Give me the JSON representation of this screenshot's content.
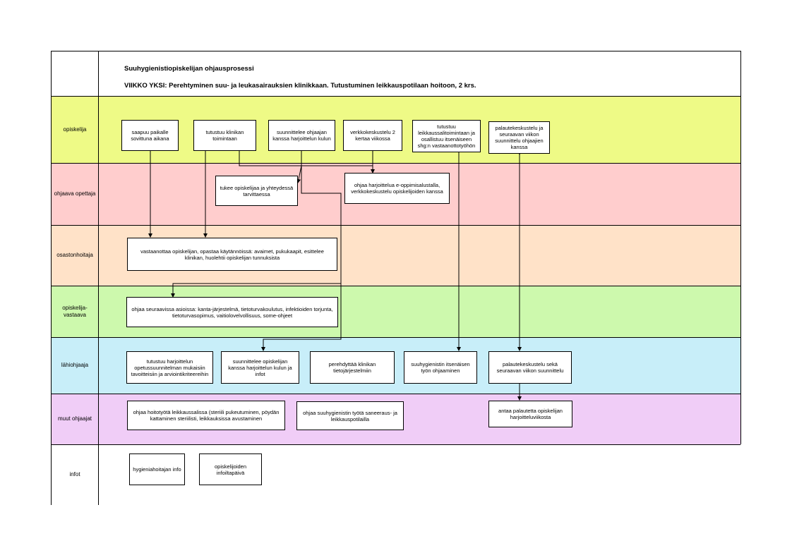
{
  "header": {
    "title": "Suuhygienistiopiskelijan ohjausprosessi",
    "subtitle": "VIIKKO YKSI: Perehtyminen suu- ja leukasairauksien klinikkaan. Tutustuminen leikkauspotilaan hoitoon, 2 krs."
  },
  "lanes": [
    {
      "label": "opiskelija",
      "color": "#eefa86"
    },
    {
      "label": "ohjaava opettaja",
      "color": "#ffcdcd"
    },
    {
      "label": "osastonhoitaja",
      "color": "#ffe2c8"
    },
    {
      "label": "opiskelija-\nvastaava",
      "color": "#cdf9ad"
    },
    {
      "label": "lähiohjaaja",
      "color": "#c8eef9"
    },
    {
      "label": "muut ohjaajat",
      "color": "#f0cdf7"
    },
    {
      "label": "infot",
      "color": "#ffffff"
    }
  ],
  "boxes": {
    "saapuu": "saapuu paikalle sovittuna aikana",
    "tutustuu_klinikan": "tutustuu klinikan toimintaan",
    "suunnittelee_ohjaajan": "suunnittelee ohjaajan kanssa harjoittelun kulun",
    "verkkokeskustelu": "verkkokeskustelu 2 kertaa viikossa",
    "tutustuu_leikkaussali": "tutustuu leikkaussalitoimintaan ja osallistuu itsenäiseen shg:n vastaanottotyöhön",
    "palautekeskustelu_opiskelija": "palautekeskustelu ja seuraavan viikon suunnittelu ohjaajien kanssa",
    "tukee": "tukee opiskelijaa ja yhteydessä tarvittaessa",
    "ohjaa_harjoittelua": "ohjaa harjoittelua e-oppimisalustalla, verkkokeskustelu opiskelijoiden kanssa",
    "vastaanottaa": "vastaanottaa opiskelijan, opastaa käytännöissä: avaimet, pukukaapit, esittelee klinikan, huolehtii opiskelijan tunnuksista",
    "ohjaa_seuraavissa": "ohjaa seuraavissa asioissa: kanta-järjestelmä, tietoturvakoulutus, infektioiden torjunta, tietoturvasopimus, vaitiolovelvollisuus, some-ohjeet",
    "tutustuu_harjoittelun": "tutustuu harjoittelun opetussuunnitelman mukaisiin tavoitteisiin ja arviointikriteereihin",
    "suunnittelee_opiskelijan": "suunnittelee opiskelijan kanssa harjoittelun kulun ja infot",
    "perehdyttaa": "perehdyttää klinikan tietojärjestelmiin",
    "suuhygienistin_itsenaisen": "suuhygienistin itsenäisen työn ohjaaminen",
    "palautekeskustelu_lahiohjaaja": "palautekeskustelu sekä seuraavan viikon suunnittelu",
    "ohjaa_hoitotyota": "ohjaa hoitotyötä leikkaussalissa (steriili pukeutuminen, pöydän kattaminen steriilisti, leikkauksissa avustaminen",
    "ohjaa_suuhygienistin": "ohjaa suuhygienistin työtä saneeraus- ja leikkauspotilailla",
    "antaa_palautetta": "antaa palautetta opiskelijan harjoitteluviikosta",
    "hygieniahoitajan_info": "hygieniahoitajan info",
    "opiskelijoiden_infoiltapaiva": "opiskelijoiden infoiltapäivä"
  }
}
